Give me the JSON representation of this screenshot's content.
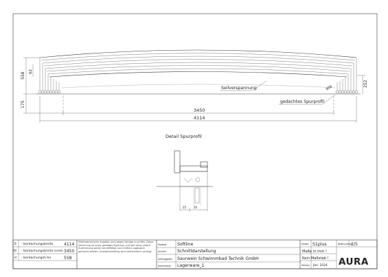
{
  "drawing": {
    "dims": {
      "height_left": "558",
      "height_inner": "62",
      "height_low": "175",
      "right_side": "252",
      "right_small": "906",
      "inner_width": "3450",
      "outer_width": "4114"
    },
    "labels": {
      "cable": "Seilverspannung",
      "track": "gedachtes Spurprofil"
    },
    "detail_title": "Detail Spurprofil",
    "detail_dims": {
      "a": "25",
      "b": "50"
    }
  },
  "titleblock": {
    "rows": [
      {
        "code": "B",
        "desc": "- berdachungsbreite",
        "value": "4114"
      },
      {
        "code": "BI",
        "desc": "- berdachungsbreite innen",
        "value": "3450"
      },
      {
        "code": "H",
        "desc": "- berdachungsh-he",
        "value": "558"
      }
    ],
    "notes": "Elektrotechnische Angaben sind gegen Vorlage zu prüfen. Diese Zeichnung ist unser geistiges Eigentum und darf ohne unsere Zustimmung weder vervielfältigt noch Dritten zugänglich gemacht werden. Zuwiderhandlung wird strafrechtlich verfolgt.",
    "fields": [
      {
        "label": "Modelle",
        "value": "Softline"
      },
      {
        "label": "Ansicht",
        "value": "Schnittdarstellung"
      },
      {
        "label": "Auftraggeber",
        "value": "Saurwein Schwimmbad Technik GmbH"
      },
      {
        "label": "Kommission",
        "value": "Lagerware_1"
      }
    ],
    "model_label": "Modell",
    "model_value": "S1plus",
    "sheet_label": "Blattnummer",
    "sheet_value": "2/5",
    "unit_note": "Maße in mm !",
    "scale_note": "Kein Maßstab !",
    "version_label": "Version",
    "version_value": "Jan. 2024",
    "logo": "AURA"
  }
}
